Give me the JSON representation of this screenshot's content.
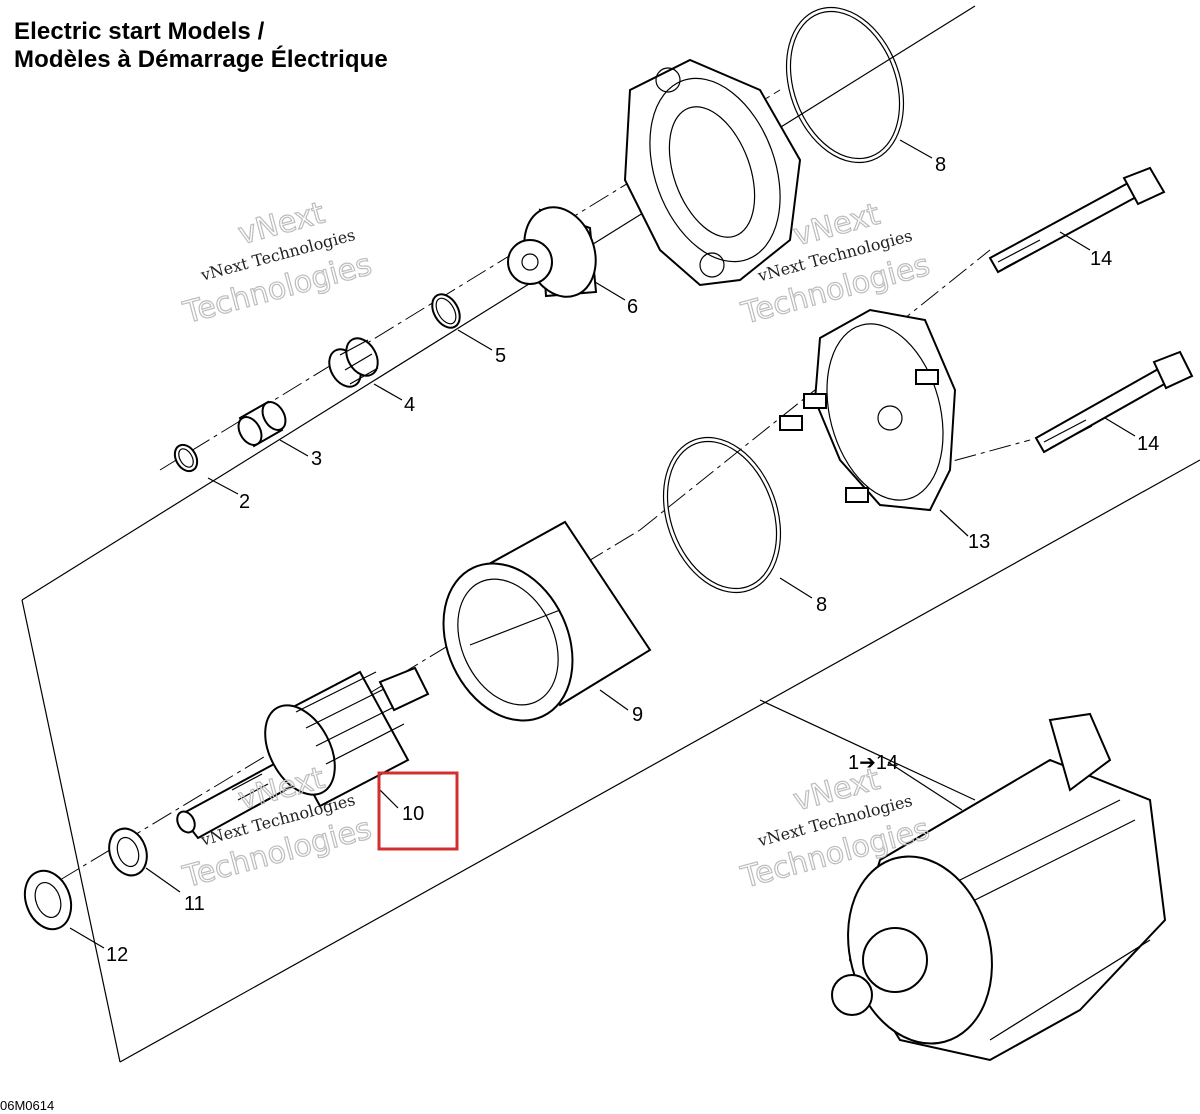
{
  "diagram": {
    "title_line1": "Electric start Models /",
    "title_line2": "Modèles à Démarrage Électrique",
    "drawing_code": "06M0614",
    "highlight_color": "#d32f2f",
    "watermark": {
      "line1": "vNext",
      "line2": "vNext Technologies",
      "line3": "Technologies"
    },
    "callouts": [
      {
        "id": "c2",
        "label": "2"
      },
      {
        "id": "c3",
        "label": "3"
      },
      {
        "id": "c4",
        "label": "4"
      },
      {
        "id": "c5",
        "label": "5"
      },
      {
        "id": "c6",
        "label": "6"
      },
      {
        "id": "c8a",
        "label": "8"
      },
      {
        "id": "c8b",
        "label": "8"
      },
      {
        "id": "c9",
        "label": "9"
      },
      {
        "id": "c10",
        "label": "10",
        "highlighted": true
      },
      {
        "id": "c11",
        "label": "11"
      },
      {
        "id": "c12",
        "label": "12"
      },
      {
        "id": "c13",
        "label": "13"
      },
      {
        "id": "c14a",
        "label": "14"
      },
      {
        "id": "c14b",
        "label": "14"
      },
      {
        "id": "c1to14",
        "label": "1➔14"
      }
    ]
  }
}
